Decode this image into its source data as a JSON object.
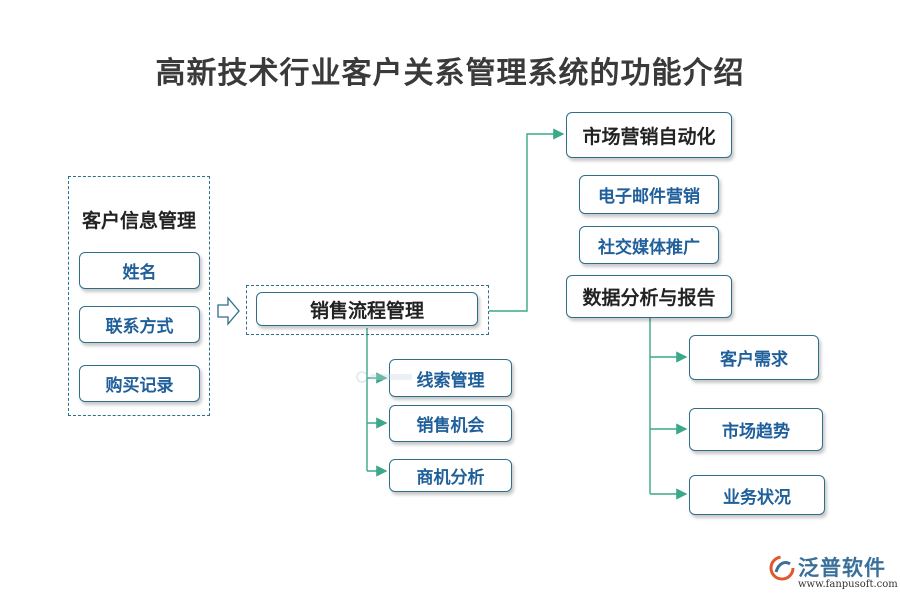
{
  "title": "高新技术行业客户关系管理系统的功能介绍",
  "customer_info": {
    "label": "客户信息管理",
    "items": [
      "姓名",
      "联系方式",
      "购买记录"
    ]
  },
  "sales_process": {
    "label": "销售流程管理",
    "items": [
      "线索管理",
      "销售机会",
      "商机分析"
    ]
  },
  "marketing": {
    "label": "市场营销自动化",
    "items": [
      "电子邮件营销",
      "社交媒体推广"
    ]
  },
  "analytics": {
    "label": "数据分析与报告",
    "items": [
      "客户需求",
      "市场趋势",
      "业务状况"
    ]
  },
  "logo": {
    "name": "泛普软件",
    "url": "www.fanpusoft.com"
  },
  "colors": {
    "connector": "#3aa889",
    "border": "#2f6e8a",
    "item_text": "#1f5f9a"
  }
}
